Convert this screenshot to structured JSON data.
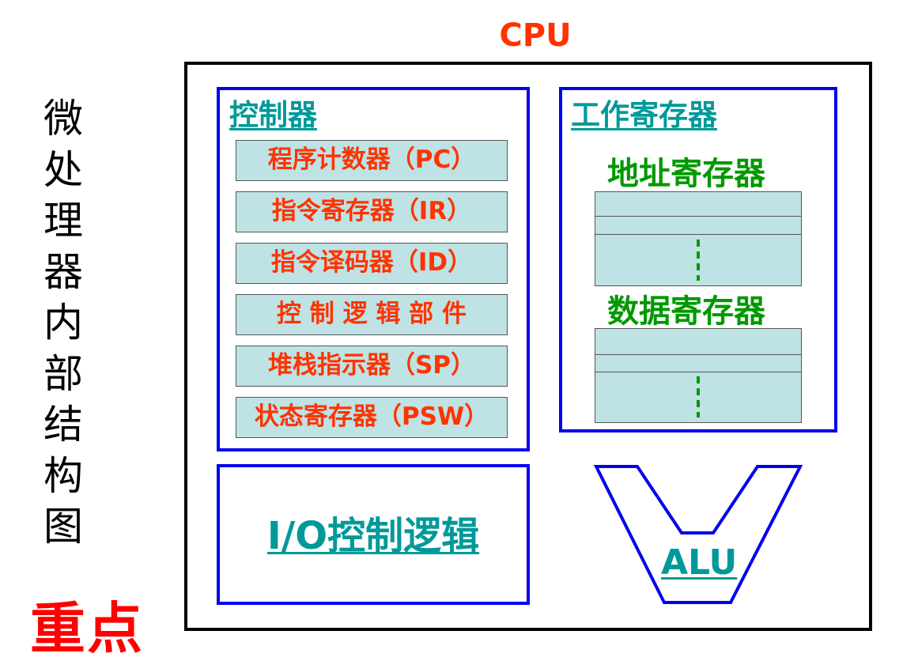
{
  "side_title": [
    "微",
    "处",
    "理",
    "器",
    "内",
    "部",
    "结",
    "构",
    "图"
  ],
  "key_point": "重点",
  "cpu_title": "CPU",
  "control": {
    "title": "控制器",
    "registers": [
      "程序计数器（PC）",
      "指令寄存器（IR）",
      "指令译码器（ID）",
      "控 制 逻 辑 部 件",
      "堆栈指示器（SP）",
      "状态寄存器（PSW）"
    ]
  },
  "work_registers": {
    "title": "工作寄存器",
    "address_label": "地址寄存器",
    "data_label": "数据寄存器"
  },
  "io": {
    "title": "I/O控制逻辑"
  },
  "alu": {
    "label": "ALU"
  },
  "colors": {
    "blue_border": "#0000ee",
    "teal": "#009999",
    "green": "#009900",
    "orange_red": "#ff3300",
    "red": "#ff0000",
    "register_fill": "#bfe2e4"
  }
}
